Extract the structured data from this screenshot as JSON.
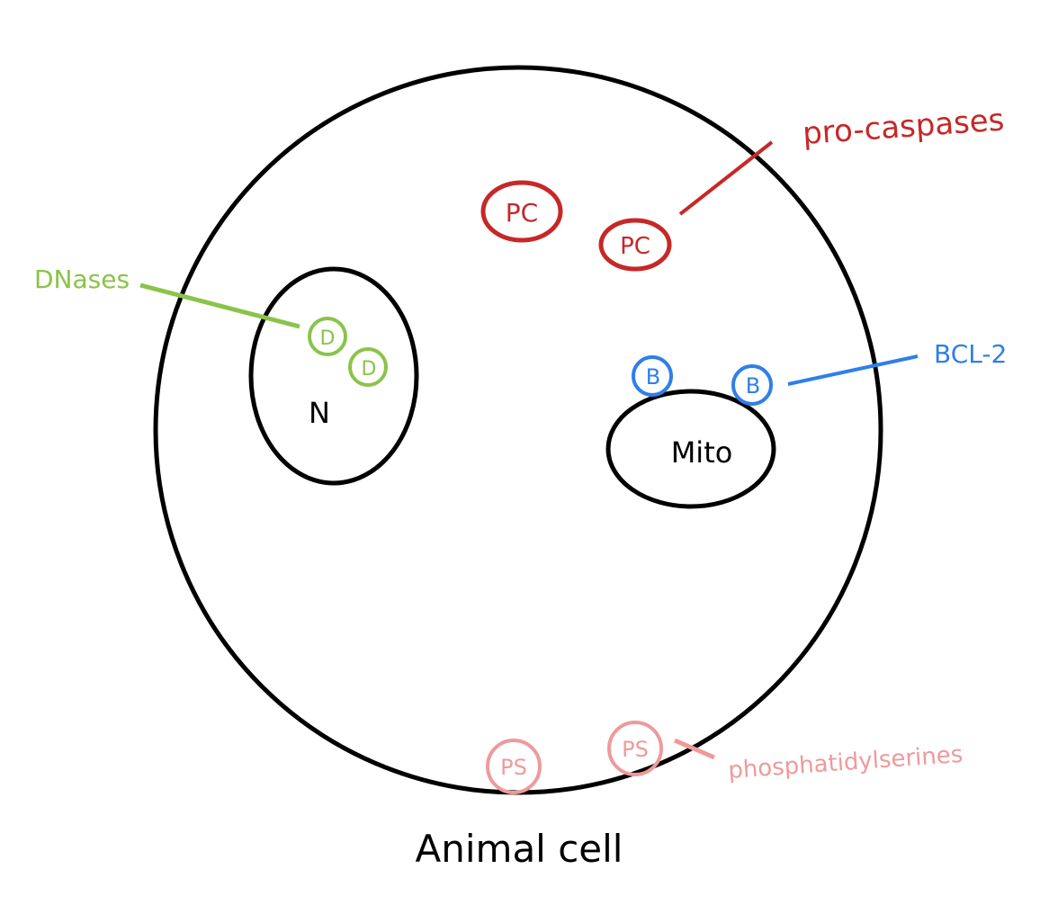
{
  "diagram": {
    "caption": "Animal cell",
    "nucleus_label": "N",
    "mito_label": "Mito",
    "molecules": {
      "dnase": "D",
      "procaspase": "PC",
      "bcl2": "B",
      "ps": "PS"
    },
    "callouts": {
      "dnases": "DNases",
      "pro_caspases": "pro-caspases",
      "bcl2": "BCL-2",
      "phosphatidylserines": "phosphatidylserines"
    },
    "colors": {
      "outline": "#000000",
      "dnase": "#8bc34a",
      "procaspase": "#c62828",
      "bcl2": "#2f7fe8",
      "ps": "#ef9a9a"
    }
  }
}
